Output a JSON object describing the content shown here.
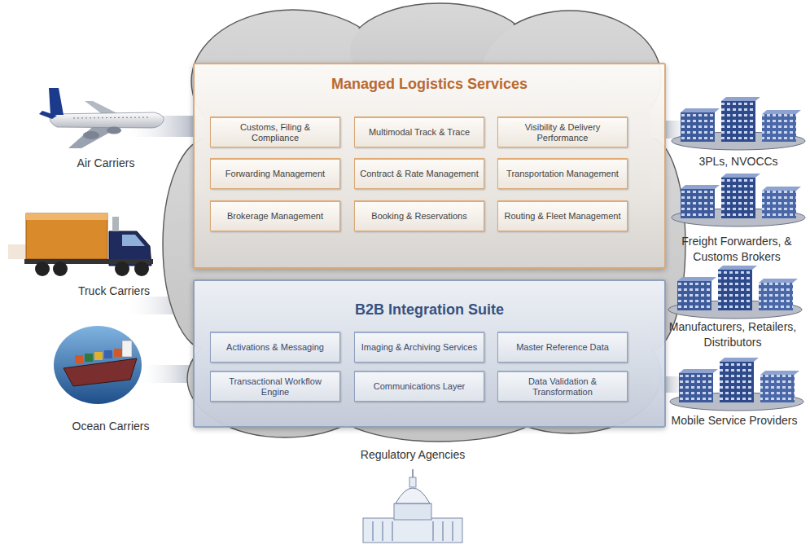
{
  "diagram": {
    "nodes": [
      {
        "text": [
          "Managed Logistics Services"
        ]
      },
      {
        "text": [
          "Customs, Filing & Compliance"
        ],
        "in": 0
      },
      {
        "text": [
          "Multimodal Track & Trace"
        ],
        "in": 0
      },
      {
        "text": [
          "Visibility & Delivery Performance"
        ],
        "in": 0
      },
      {
        "text": [
          "Forwarding Management"
        ],
        "in": 0
      },
      {
        "text": [
          "Contract & Rate Management"
        ],
        "in": 0
      },
      {
        "text": [
          "Transportation Management"
        ],
        "in": 0
      },
      {
        "text": [
          "Brokerage Management"
        ],
        "in": 0
      },
      {
        "text": [
          "Booking & Reservations"
        ],
        "in": 0
      },
      {
        "text": [
          "Routing & Fleet Management"
        ],
        "in": 0
      },
      {
        "text": [
          "B2B Integration Suite"
        ]
      },
      {
        "text": [
          "Activations & Messaging"
        ],
        "in": 10
      },
      {
        "text": [
          "Imaging & Archiving Services"
        ],
        "in": 10
      },
      {
        "text": [
          "Master Reference Data"
        ],
        "in": 10
      },
      {
        "text": [
          "Transactional Workflow Engine"
        ],
        "in": 10
      },
      {
        "text": [
          "Communications Layer"
        ],
        "in": 10
      },
      {
        "text": [
          "Data Validation & Transformation"
        ],
        "in": 10
      }
    ],
    "labels": [
      "Air Carriers",
      "Truck Carriers",
      "Ocean Carriers",
      "Regulatory Agencies",
      "3PLs, NVOCCs",
      "Freight Forwarders, & Customs Brokers",
      "Manufacturers, Retailers, Distributors",
      "Mobile Service Providers"
    ]
  }
}
